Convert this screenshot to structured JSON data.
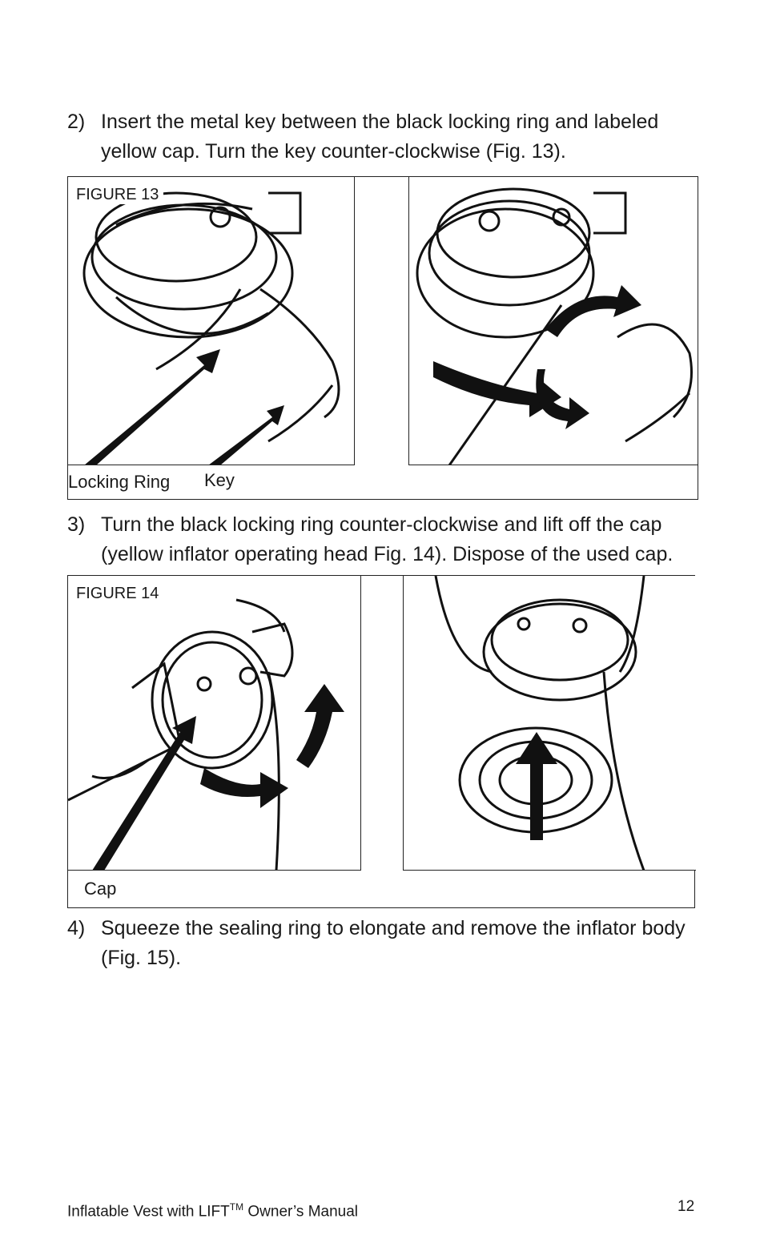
{
  "steps": [
    {
      "number": "2)",
      "text": "Insert the metal key between the black locking ring and labeled yellow cap. Turn the key counter-clockwise (Fig. 13)."
    },
    {
      "number": "3)",
      "text": "Turn the black locking ring counter-clockwise and lift off the cap (yellow inflator operating head Fig. 14). Dispose of the used cap."
    },
    {
      "number": "4)",
      "text": "Squeeze the sealing ring to elongate and remove the inflator body (Fig. 15)."
    }
  ],
  "figure13": {
    "title": "FIGURE 13",
    "labels": {
      "locking_ring": "Locking Ring",
      "key": "Key"
    }
  },
  "figure14": {
    "title": "FIGURE 14",
    "labels": {
      "cap": "Cap"
    }
  },
  "footer": {
    "title_main": "Inflatable Vest with LIFT",
    "title_sup": "TM",
    "title_rest": " Owner’s Manual",
    "page_number": "12"
  }
}
